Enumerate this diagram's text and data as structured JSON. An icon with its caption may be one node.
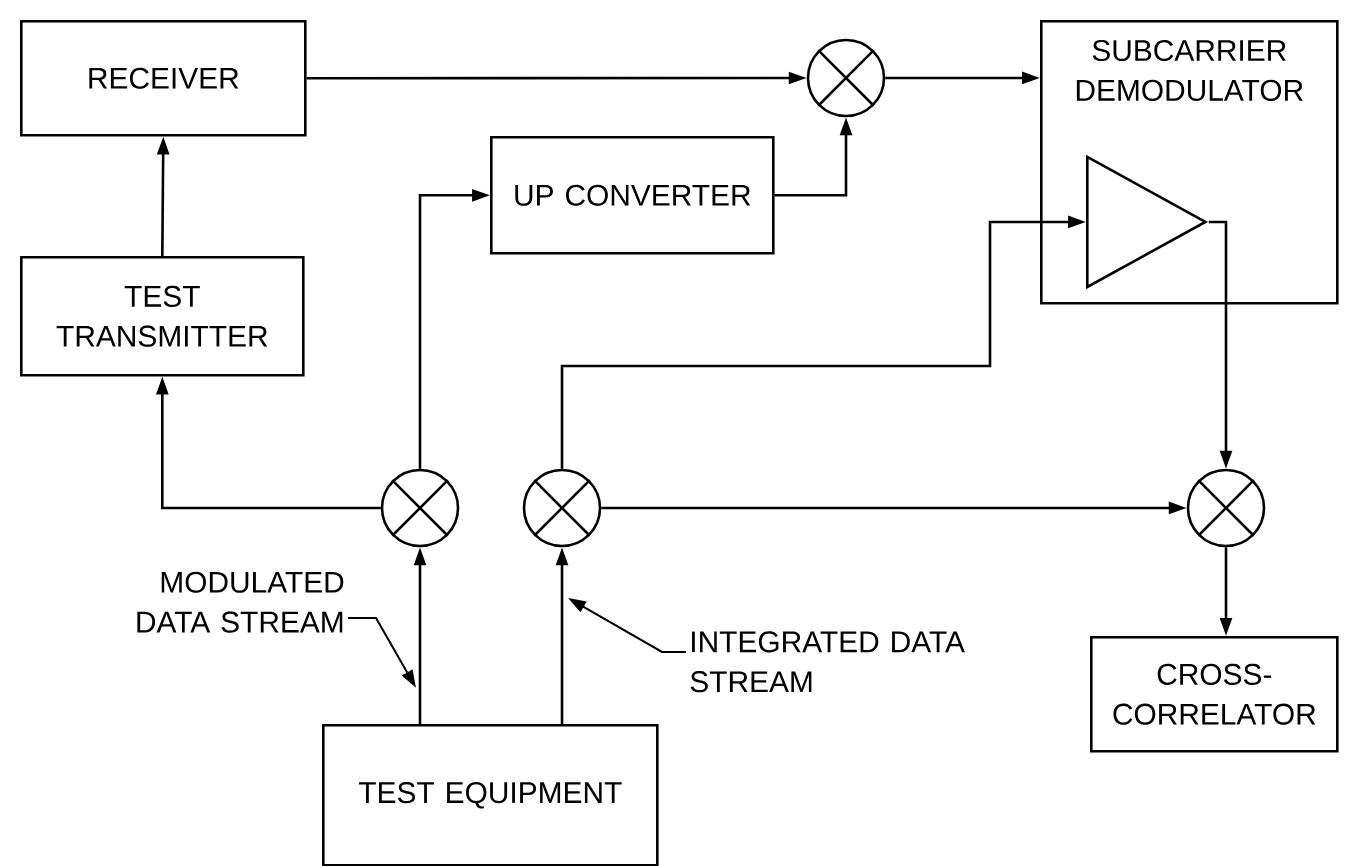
{
  "diagram": {
    "nodes": [
      {
        "text": [
          "RECEIVER"
        ]
      },
      {
        "text": [
          "TEST TRANSMITTER"
        ]
      },
      {
        "text": [
          "UP CONVERTER"
        ]
      },
      {
        "text": [
          "SUBCARRIER DEMODULATOR"
        ]
      },
      {
        "text": [],
        "shape": "triangle",
        "in": 3
      },
      {
        "text": [],
        "shape": "circle"
      },
      {
        "text": [],
        "shape": "circle"
      },
      {
        "text": [],
        "shape": "circle"
      },
      {
        "text": [],
        "shape": "circle"
      },
      {
        "text": [
          "TEST EQUIPMENT"
        ]
      },
      {
        "text": [
          "CROSS- CORRELATOR"
        ]
      },
      {
        "text": [
          "MODULATED DATA STREAM"
        ]
      },
      {
        "text": [
          "INTEGRATED DATA STREAM"
        ]
      }
    ],
    "edges": [
      {
        "from": 0,
        "to": 5,
        "arrow": "to"
      },
      {
        "from": 5,
        "to": 3,
        "arrow": "to"
      },
      {
        "from": 2,
        "to": 5,
        "arrow": "to"
      },
      {
        "from": 1,
        "to": 0,
        "arrow": "to"
      },
      {
        "from": 6,
        "to": 1,
        "arrow": "to"
      },
      {
        "from": 6,
        "to": 2,
        "arrow": "to"
      },
      {
        "from": 9,
        "to": 6,
        "arrow": "to"
      },
      {
        "from": 9,
        "to": 7,
        "arrow": "to"
      },
      {
        "from": 7,
        "to": 4,
        "arrow": "to"
      },
      {
        "from": 7,
        "to": 8,
        "arrow": "to"
      },
      {
        "from": 4,
        "to": 8,
        "arrow": "to"
      },
      {
        "from": 8,
        "to": 10,
        "arrow": "to"
      },
      {
        "from": 11,
        "to": null,
        "arrow": "to"
      },
      {
        "from": 12,
        "to": null,
        "arrow": "to"
      }
    ]
  }
}
